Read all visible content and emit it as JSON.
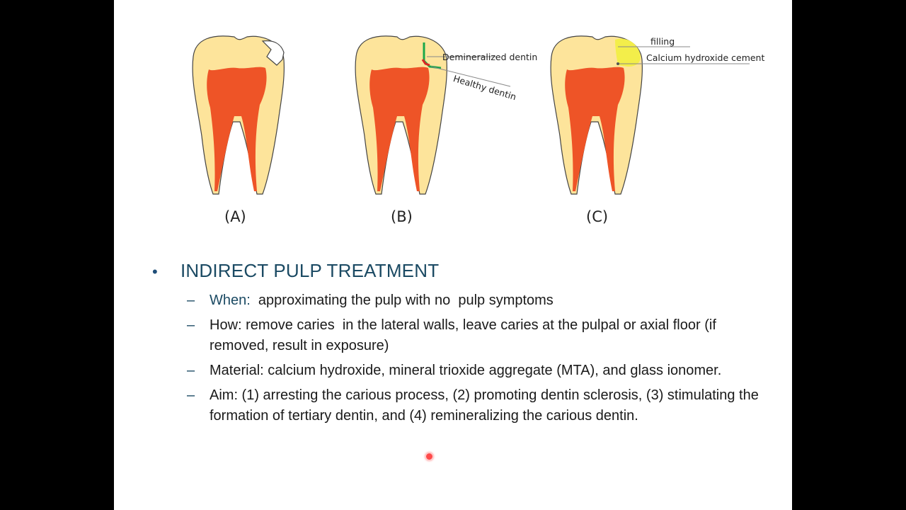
{
  "figure": {
    "labels": {
      "a": "(A)",
      "b": "(B)",
      "c": "(C)"
    },
    "callouts": {
      "demineralized": "Demineralized dentin",
      "healthy": "Healthy dentin",
      "filling": "filling",
      "calcium": "Calcium hydroxide cement"
    },
    "colors": {
      "enamel": "#fde49b",
      "pulp": "#ee5427",
      "filling": "#f3ee4a"
    }
  },
  "content": {
    "heading": "INDIRECT PULP TREATMENT",
    "items": [
      {
        "key": "When:",
        "text": "  approximating the pulp with no  pulp symptoms"
      },
      {
        "key": "",
        "text": "How: remove caries  in the lateral walls, leave caries at the pulpal or axial floor (if removed, result in exposure)"
      },
      {
        "key": "",
        "text": "Material: calcium hydroxide, mineral trioxide aggregate (MTA), and glass ionomer."
      },
      {
        "key": "",
        "text": "Aim: (1) arresting the carious process, (2) promoting dentin sclerosis, (3) stimulating the formation of tertiary dentin, and (4) remineralizing the carious dentin."
      }
    ]
  }
}
